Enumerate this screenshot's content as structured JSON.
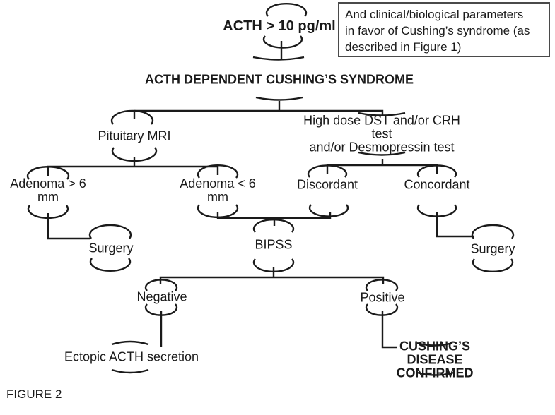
{
  "figure_label": "FIGURE 2",
  "annotation": {
    "text": "And clinical/biological parameters\nin favor of Cushing’s syndrome (as\ndescribed in Figure 1)"
  },
  "nodes": {
    "acth_level": {
      "label": "ACTH > 10 pg/ml"
    },
    "acth_dependent": {
      "label": "ACTH DEPENDENT CUSHING’S SYNDROME"
    },
    "pituitary_mri": {
      "label": "Pituitary MRI"
    },
    "dynamic_tests": {
      "label": "High dose DST and/or CRH test\nand/or Desmopressin test"
    },
    "adenoma_gt6": {
      "label": "Adenoma > 6\nmm"
    },
    "adenoma_lt6": {
      "label": "Adenoma < 6\nmm"
    },
    "discordant": {
      "label": "Discordant"
    },
    "concordant": {
      "label": "Concordant"
    },
    "surgery_left": {
      "label": "Surgery"
    },
    "bipss": {
      "label": "BIPSS"
    },
    "surgery_right": {
      "label": "Surgery"
    },
    "negative": {
      "label": "Negative"
    },
    "positive": {
      "label": "Positive"
    },
    "ectopic": {
      "label": "Ectopic ACTH secretion"
    },
    "cushings_confirmed": {
      "label": "CUSHING’S DISEASE CONFIRMED"
    }
  },
  "colors": {
    "ink": "#1a1a1a",
    "background": "#ffffff",
    "annotation_border": "#4a4a4a"
  }
}
